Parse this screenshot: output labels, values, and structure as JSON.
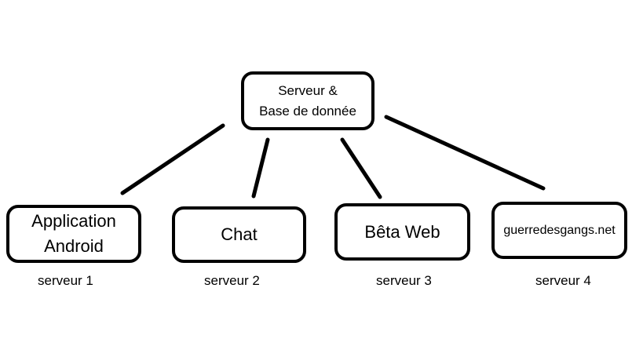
{
  "root": {
    "line1": "Serveur &",
    "line2": "Base de donnée"
  },
  "nodes": [
    {
      "line1": "Application",
      "line2": "Android",
      "caption": "serveur 1"
    },
    {
      "label": "Chat",
      "caption": "serveur 2"
    },
    {
      "label": "Bêta Web",
      "caption": "serveur 3"
    },
    {
      "label": "guerredesgangs.net",
      "caption": "serveur 4"
    }
  ],
  "colors": {
    "stroke": "#000000",
    "background": "#ffffff"
  }
}
